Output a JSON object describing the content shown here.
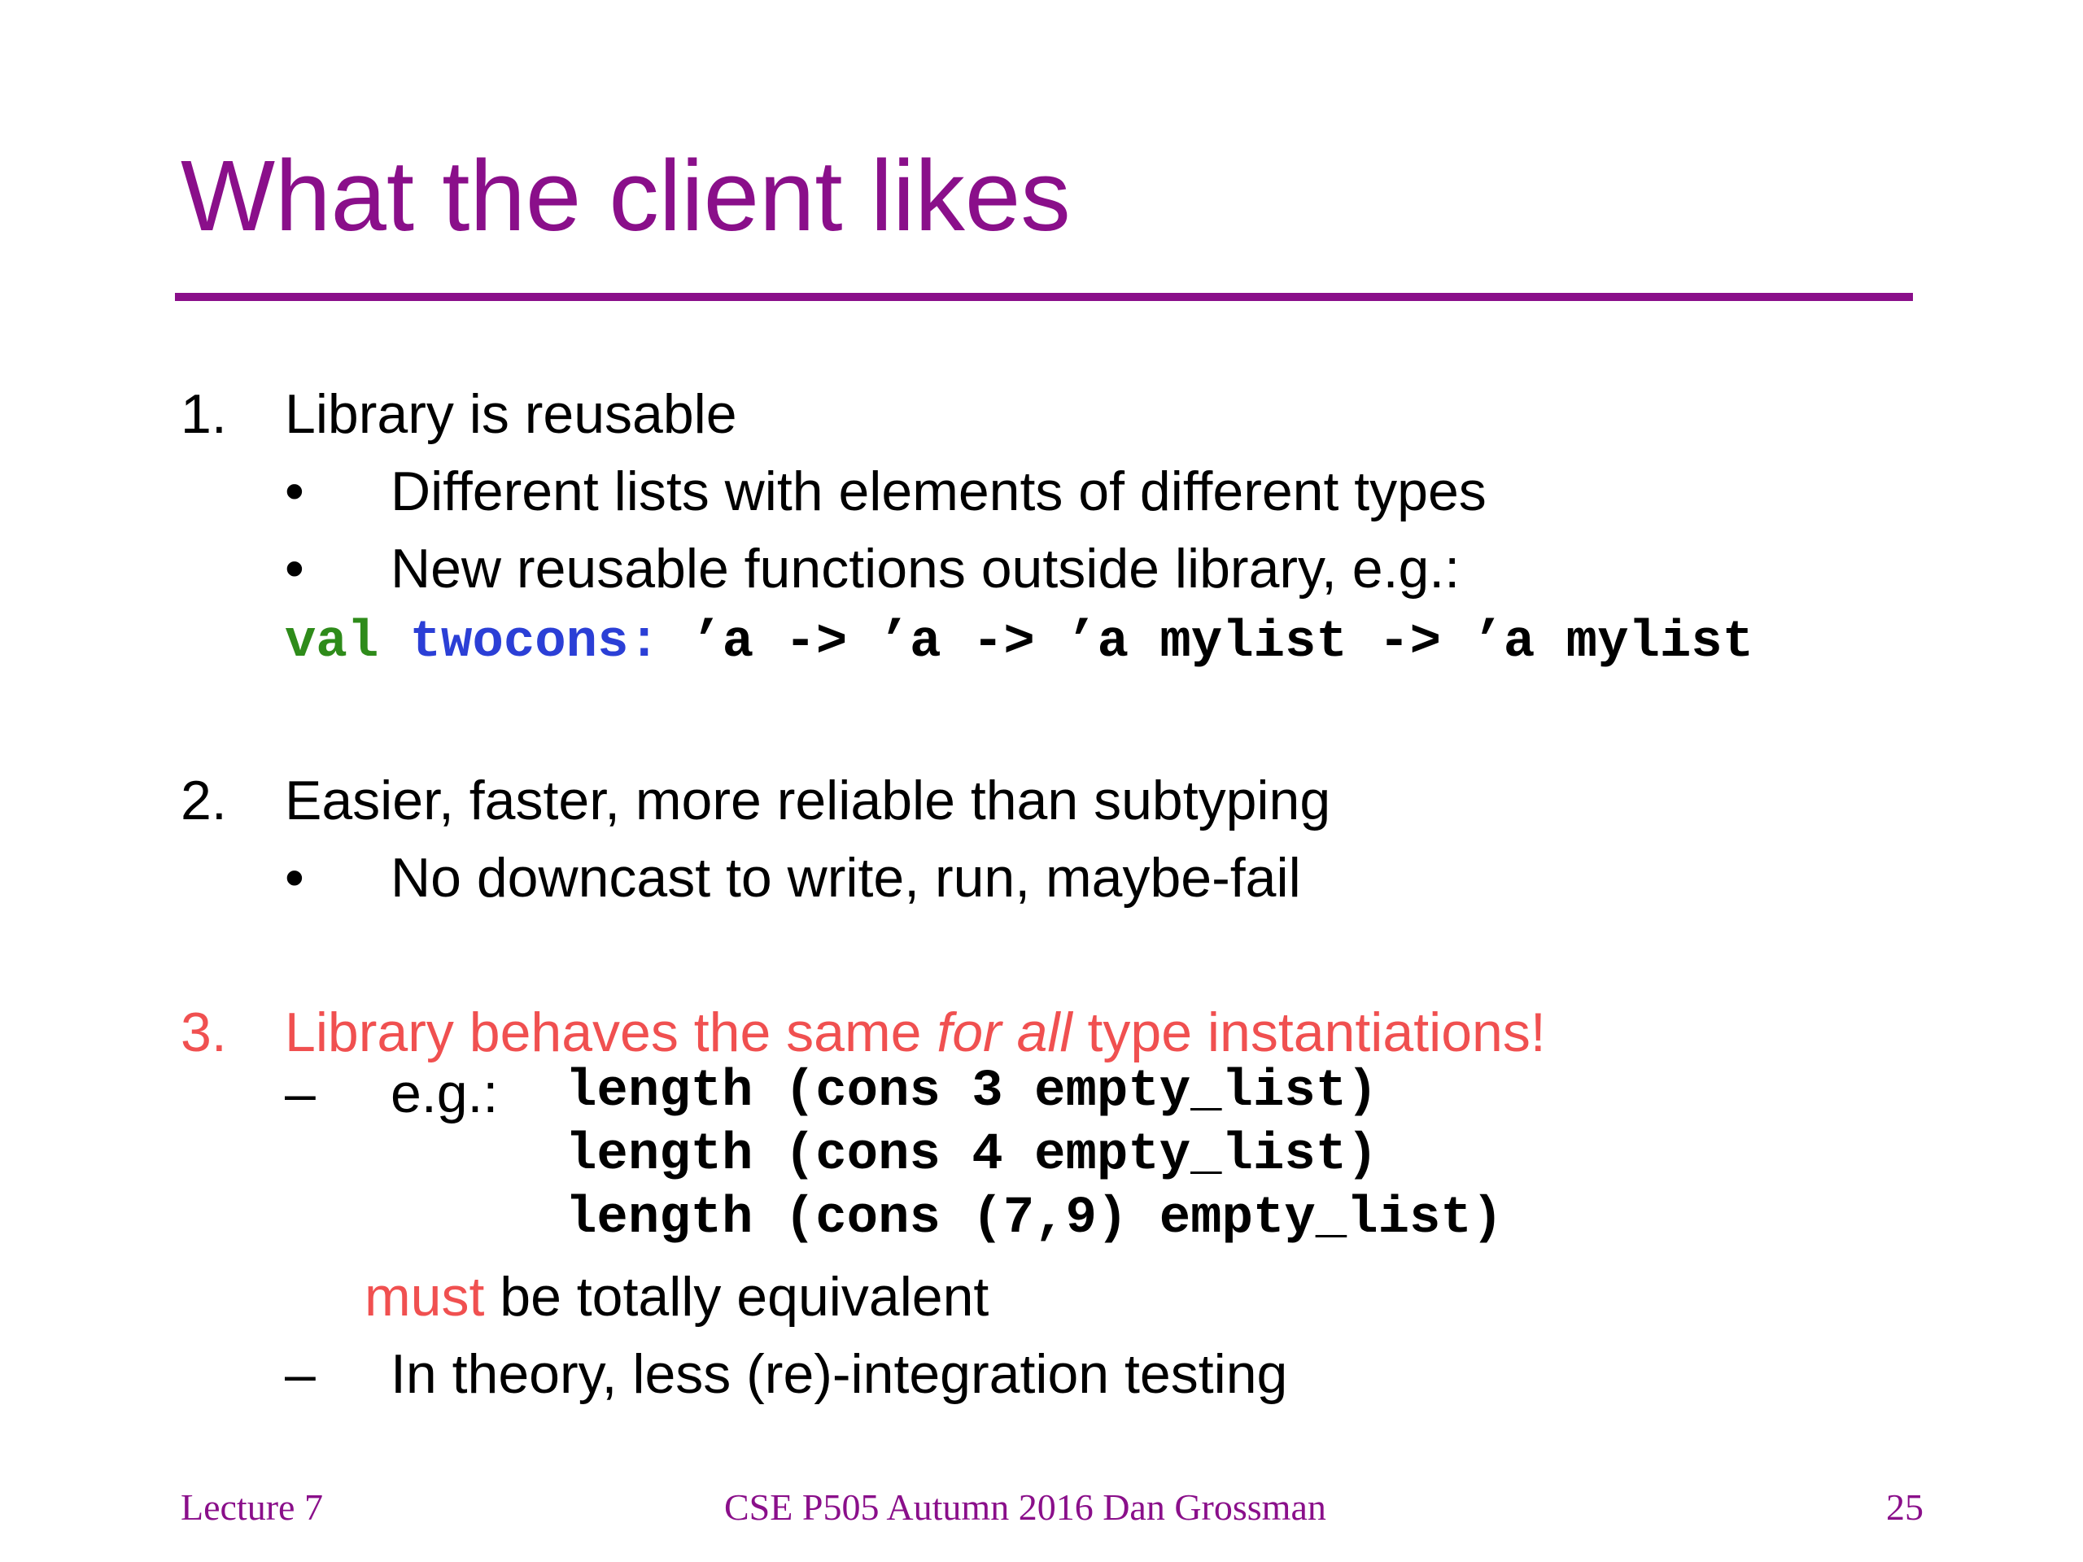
{
  "title": "What the client likes",
  "items": [
    {
      "number": "1.",
      "text": "Library is reusable",
      "bullets": [
        "Different lists with elements of different types",
        "New reusable functions outside library, e.g.:"
      ],
      "code": {
        "keyword": "val",
        "name": "twocons:",
        "type": "’a -> ’a -> ’a mylist -> ’a mylist"
      }
    },
    {
      "number": "2.",
      "text": "Easier, faster, more reliable than subtyping",
      "bullets": [
        "No downcast to write, run, maybe-fail"
      ]
    },
    {
      "number": "3.",
      "text_before": "Library behaves the same ",
      "text_emph": "for all",
      "text_after": " type instantiations!",
      "example_label": "e.g.:",
      "example_code": [
        "length (cons 3 empty_list)",
        "length (cons 4 empty_list)",
        "length (cons (7,9) empty_list)"
      ],
      "must_word": "must",
      "must_rest": " be totally equivalent",
      "dash_item": "In theory, less (re)-integration testing"
    }
  ],
  "bullet_symbol": "•",
  "dash_symbol": "–",
  "footer": {
    "left": "Lecture 7",
    "center": "CSE P505 Autumn 2016  Dan Grossman",
    "right": "25"
  },
  "colors": {
    "title": "#8a0f8a",
    "highlight": "#f05050",
    "code_keyword": "#2e8b1a",
    "code_name": "#2b3fd6"
  }
}
